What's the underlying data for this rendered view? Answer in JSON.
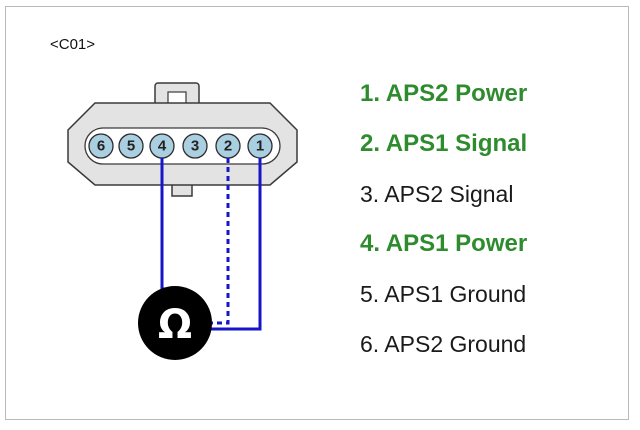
{
  "connector": {
    "id": "<C01>"
  },
  "pins": [
    {
      "number": "6"
    },
    {
      "number": "5"
    },
    {
      "number": "4"
    },
    {
      "number": "3"
    },
    {
      "number": "2"
    },
    {
      "number": "1"
    }
  ],
  "meter": {
    "symbol": "Ω"
  },
  "pin_list": [
    {
      "text": "1. APS2 Power",
      "highlight": true
    },
    {
      "text": "2. APS1 Signal",
      "highlight": true
    },
    {
      "text": "3. APS2 Signal",
      "highlight": false
    },
    {
      "text": "4. APS1 Power",
      "highlight": true
    },
    {
      "text": "5. APS1 Ground",
      "highlight": false
    },
    {
      "text": "6. APS2 Ground",
      "highlight": false
    }
  ],
  "colors": {
    "highlight": "#2e8b2e",
    "wire": "#1616c8",
    "pin_fill": "#a9cfe0",
    "meter_fill": "#000000"
  }
}
